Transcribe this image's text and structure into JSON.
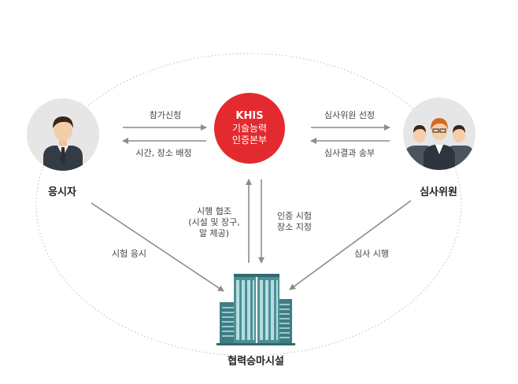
{
  "center": {
    "line1": "KHIS",
    "line2": "기술능력",
    "line3": "인증본부"
  },
  "nodes": {
    "applicant": "응시자",
    "examiners": "심사위원",
    "facility": "협력승마시설"
  },
  "flows": {
    "apply": "참가신청",
    "schedule": "시간, 장소 배정",
    "select_examiners": "심사위원 선정",
    "send_results": "심사결과 송부",
    "test_coop_1": "시행 협조",
    "test_coop_2": "(시설 및 장구,",
    "test_coop_3": "말 제공)",
    "cert_venue_1": "인증 시험",
    "cert_venue_2": "장소 지정",
    "take_exam": "시험 응시",
    "conduct_exam": "심사 시행"
  },
  "colors": {
    "center": "#e32a2e",
    "node_bg": "#e6e6e6",
    "arrow": "#8c8c8c",
    "ring": "#c7c7c7",
    "building": "#4f8f96"
  }
}
